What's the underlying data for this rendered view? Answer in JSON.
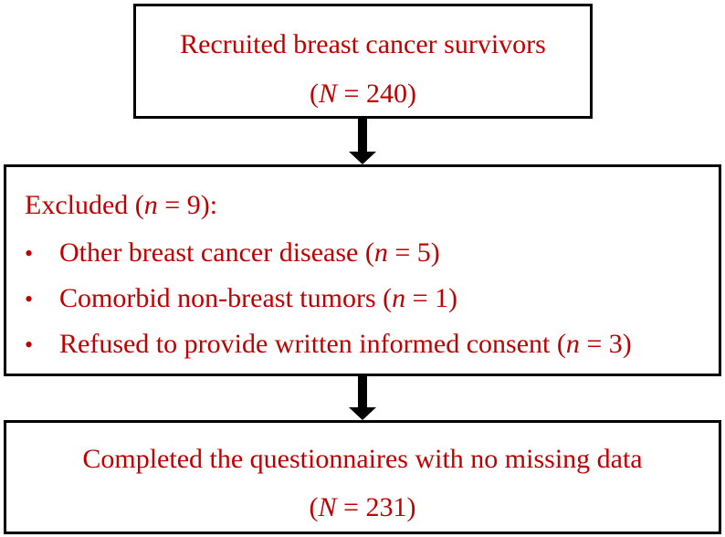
{
  "recruited": {
    "title": "Recruited breast cancer survivors",
    "count_open": "(",
    "count_var": "N",
    "count_rest": " = 240)"
  },
  "excluded": {
    "heading_text": "Excluded (",
    "heading_var": "n",
    "heading_rest": " = 9):",
    "bullet_symbol": "•",
    "items": [
      {
        "text": "Other breast cancer disease (",
        "var": "n",
        "rest": " = 5)"
      },
      {
        "text": "Comorbid non-breast tumors (",
        "var": "n",
        "rest": " = 1)"
      },
      {
        "text": "Refused to provide written informed consent (",
        "var": "n",
        "rest": " = 3)"
      }
    ]
  },
  "completed": {
    "title": "Completed the questionnaires with no missing data",
    "count_open": "(",
    "count_var": "N",
    "count_rest": " = 231)"
  },
  "colors": {
    "text": "#c00000",
    "border": "#000000",
    "arrow": "#000000"
  }
}
